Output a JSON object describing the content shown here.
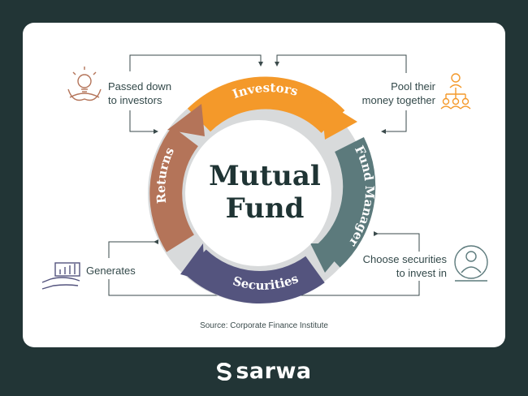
{
  "center": {
    "line1": "Mutual",
    "line2": "Fund"
  },
  "segments": {
    "investors": {
      "label": "Investors",
      "color": "#f4992a"
    },
    "fund_manager": {
      "label": "Fund Manager",
      "color": "#5c7a7c"
    },
    "securities": {
      "label": "Securities",
      "color": "#54547e"
    },
    "returns": {
      "label": "Returns",
      "color": "#b47459"
    }
  },
  "annotations": {
    "top_left": {
      "line1": "Passed down",
      "line2": "to investors",
      "icon": "lightbulb-hands-icon",
      "color": "#b47459"
    },
    "top_right": {
      "line1": "Pool their",
      "line2": "money together",
      "icon": "org-chart-icon",
      "color": "#f4992a"
    },
    "bottom_left": {
      "line1": "Generates",
      "icon": "hand-chart-icon",
      "color": "#54547e"
    },
    "bottom_right": {
      "line1": "Choose securities",
      "line2": "to invest in",
      "icon": "manager-portrait-icon",
      "color": "#5c7a7c"
    }
  },
  "source": "Source: Corporate Finance Institute",
  "brand": {
    "name": "sarwa"
  }
}
